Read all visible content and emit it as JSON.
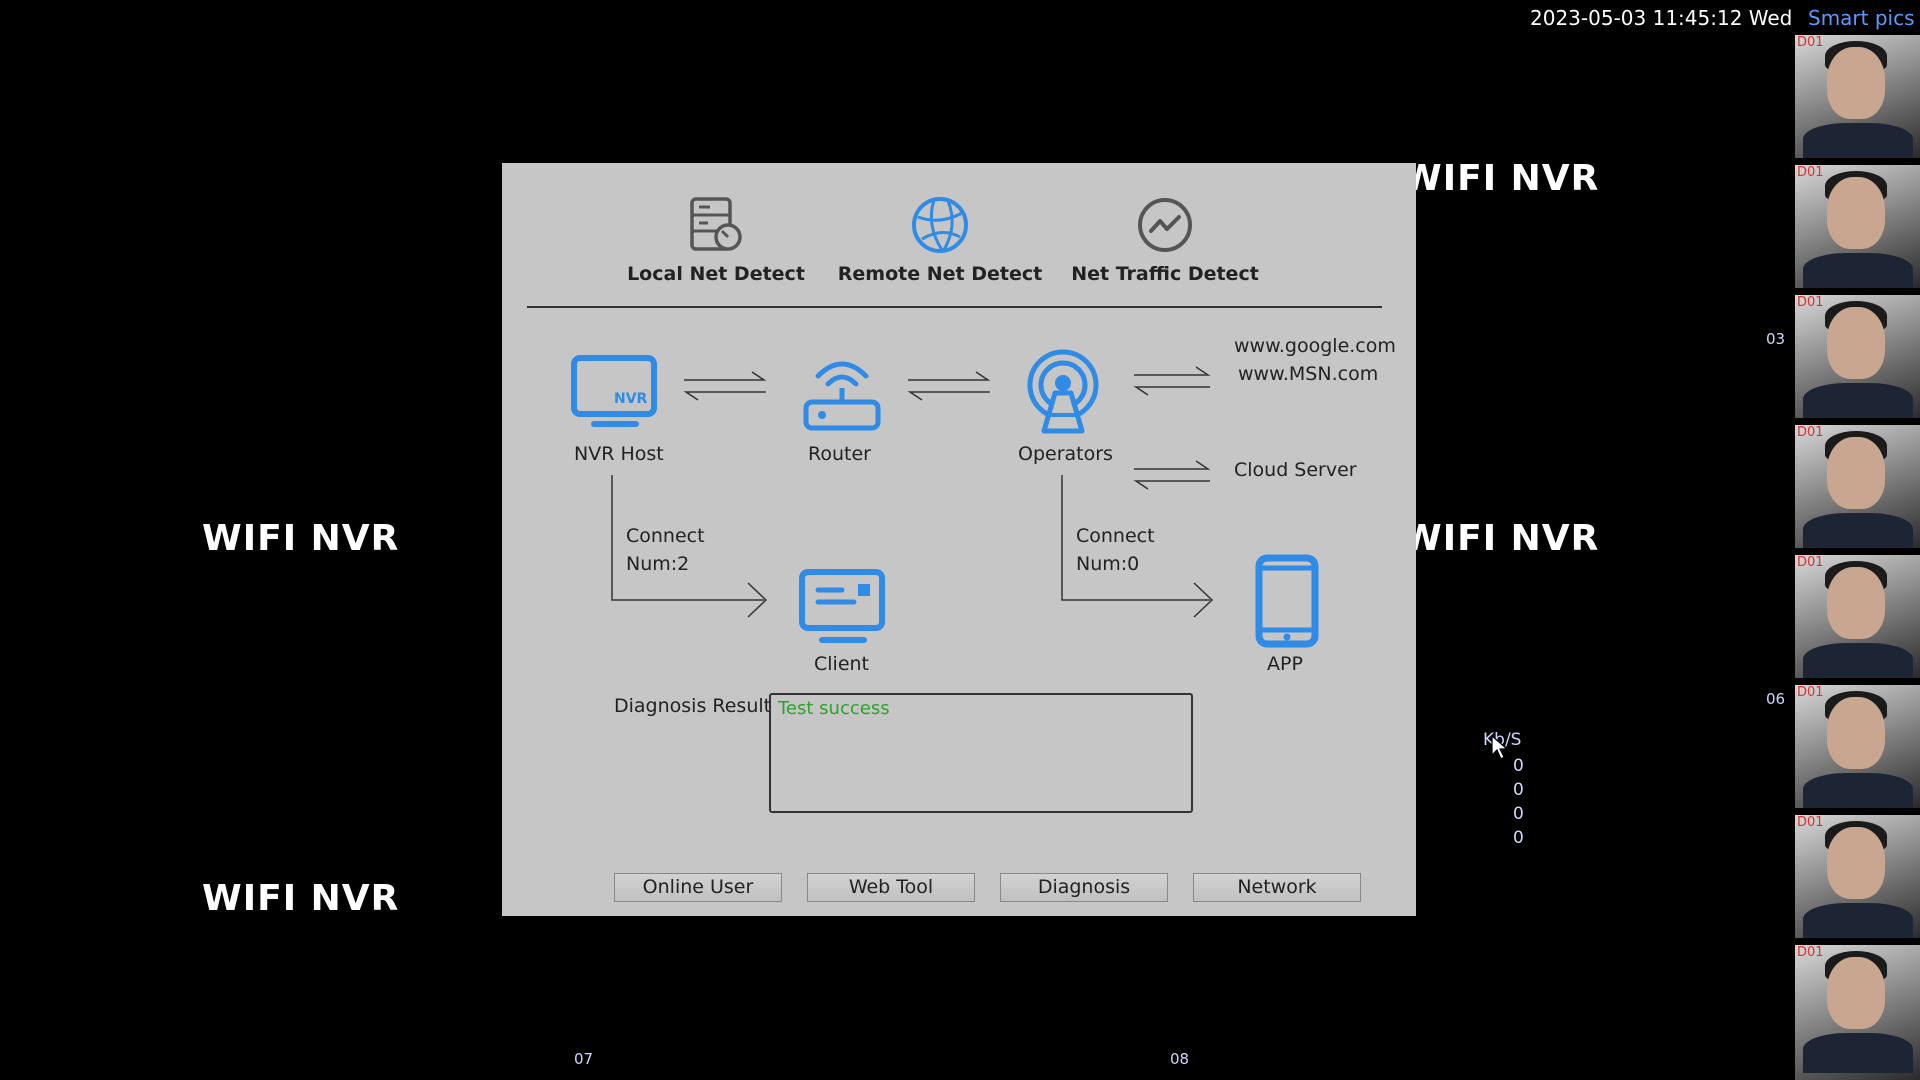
{
  "status_bar": {
    "datetime": "2023-05-03 11:45:12 Wed",
    "smart_pics_title": "Smart pics"
  },
  "thumbnails": [
    {
      "channel": "D01"
    },
    {
      "channel": "D01"
    },
    {
      "channel": "D01"
    },
    {
      "channel": "D01"
    },
    {
      "channel": "D01"
    },
    {
      "channel": "D01"
    },
    {
      "channel": "D01"
    },
    {
      "channel": "D01"
    }
  ],
  "channel_labels": {
    "c03": "03",
    "c06": "06",
    "c07": "07",
    "c08": "08"
  },
  "watermark": "WIFI NVR",
  "bitrate": {
    "unit": "Kb/S",
    "values": [
      "0",
      "0",
      "0",
      "0"
    ]
  },
  "dialog": {
    "tabs": [
      {
        "label": "Local Net Detect",
        "icon": "server-icon"
      },
      {
        "label": "Remote Net Detect",
        "icon": "globe-icon"
      },
      {
        "label": "Net Traffic Detect",
        "icon": "traffic-chart-icon"
      }
    ],
    "topology": {
      "nvr_host": "NVR Host",
      "nvr_badge": "NVR",
      "router": "Router",
      "operators": "Operators",
      "remote_sites": [
        "www.google.com",
        "www.MSN.com"
      ],
      "cloud_server": "Cloud Server",
      "client_connect": [
        "Connect",
        "Num:2"
      ],
      "app_connect": [
        "Connect",
        "Num:0"
      ],
      "client": "Client",
      "app": "APP"
    },
    "diagnosis": {
      "label": "Diagnosis Result:",
      "value": "Test success"
    },
    "buttons": {
      "online_user": "Online User",
      "web_tool": "Web Tool",
      "diagnosis": "Diagnosis",
      "network": "Network"
    }
  },
  "colors": {
    "accent_blue": "#2f8be6",
    "success_green": "#2aa52a",
    "dialog_bg": "#c6c6c6",
    "thumb_channel_red": "#e03030"
  }
}
